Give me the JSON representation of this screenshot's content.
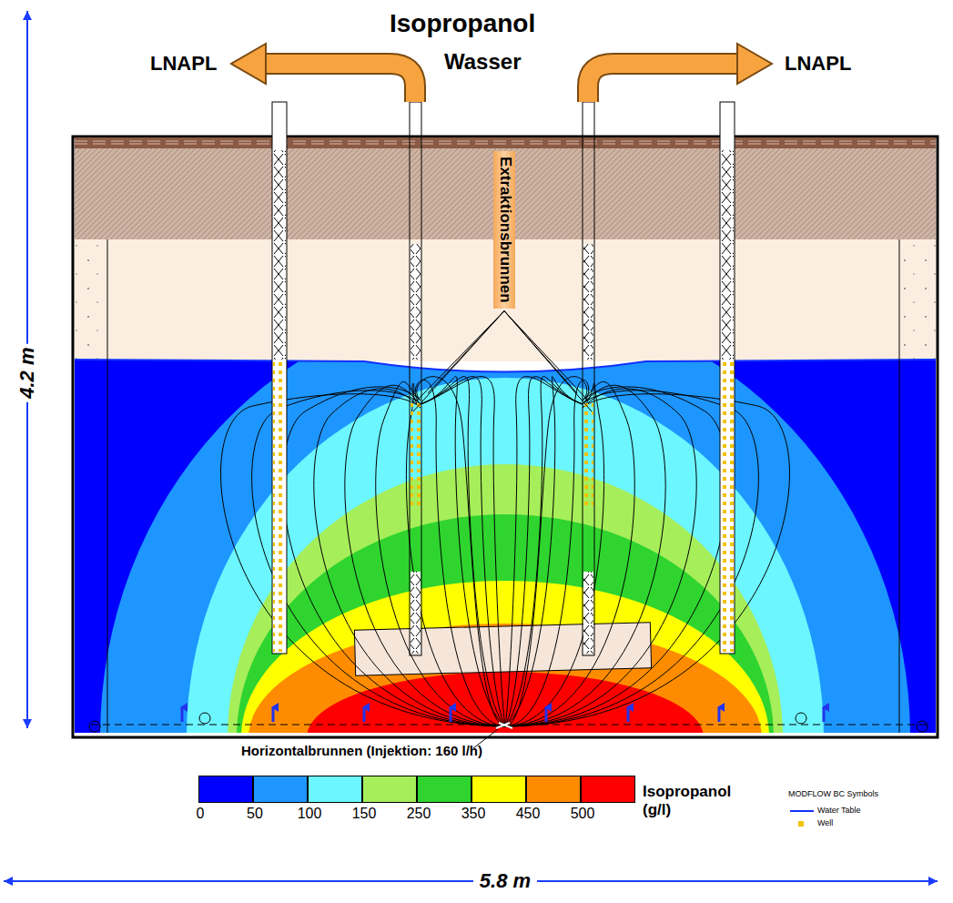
{
  "diagram": {
    "nodes": [
      {
        "text": [
          "Extraktionsbrunnen"
        ]
      }
    ],
    "labels": [
      "Isopropanol",
      "Wasser",
      "LNAPL",
      "LNAPL",
      "4.2 m",
      "5.8 m",
      "Horizontalbrunnen (Injektion: 160 l/h)",
      "Isopropanol (g/l)",
      "MODFLOW BC Symbols"
    ],
    "legend": [
      {
        "text": "0",
        "color": "#0000ff"
      },
      {
        "text": "50",
        "color": "#1e96ff"
      },
      {
        "text": "100",
        "color": "#6cf6ff"
      },
      {
        "text": "150",
        "color": "#a6ee5a"
      },
      {
        "text": "250",
        "color": "#2fd42f"
      },
      {
        "text": "350",
        "color": "#ffff00"
      },
      {
        "text": "450",
        "color": "#ff8c00"
      },
      {
        "text": "500",
        "color": "#ff0000"
      },
      {
        "text": "Water Table"
      },
      {
        "text": "Well"
      }
    ]
  }
}
